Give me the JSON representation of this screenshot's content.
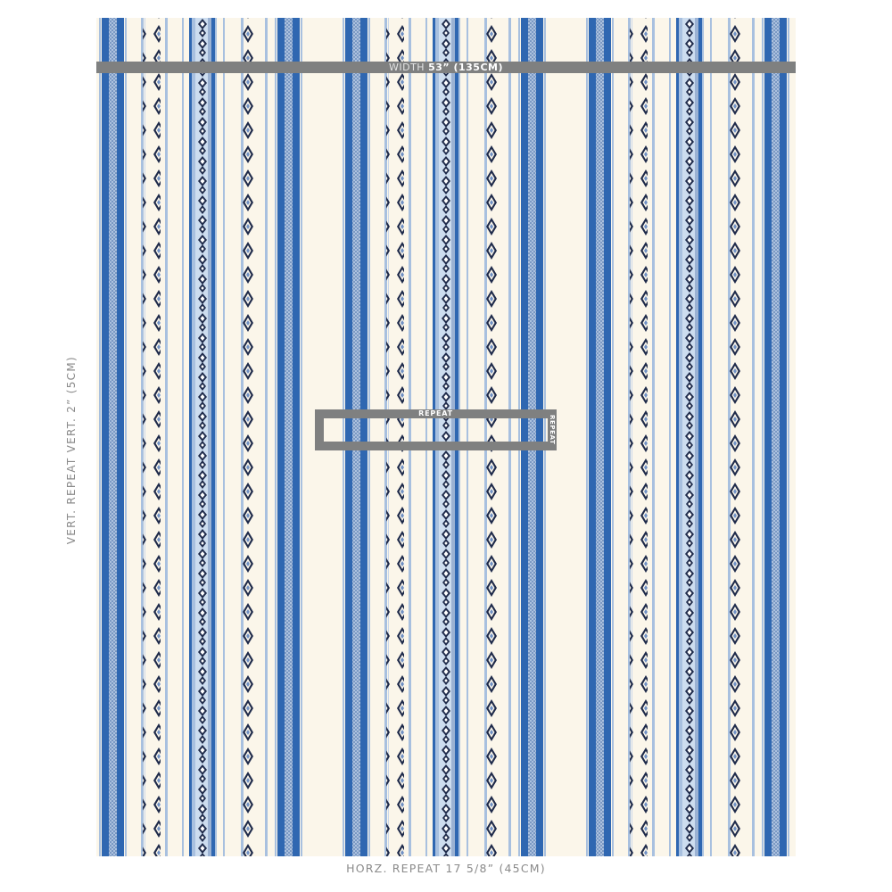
{
  "fabric": {
    "pattern": "striped textile with diamond and braided motifs",
    "colors": {
      "ground": "#fbf6ea",
      "stripe_blue": "#2f67b1",
      "light_blue": "#a8c0df",
      "navy": "#1e2a4a",
      "measure_gray": "#7f8080",
      "label_gray": "#8a8a8a"
    }
  },
  "width_bar": {
    "prefix": "WIDTH",
    "value": "53” (135CM)"
  },
  "repeat_box": {
    "top_label": "REPEAT",
    "side_label": "REPEAT"
  },
  "vertical_label": "VERT. REPEAT VERT. 2” (5CM)",
  "horizontal_label": "HORZ. REPEAT 17 5/8” (45CM)"
}
